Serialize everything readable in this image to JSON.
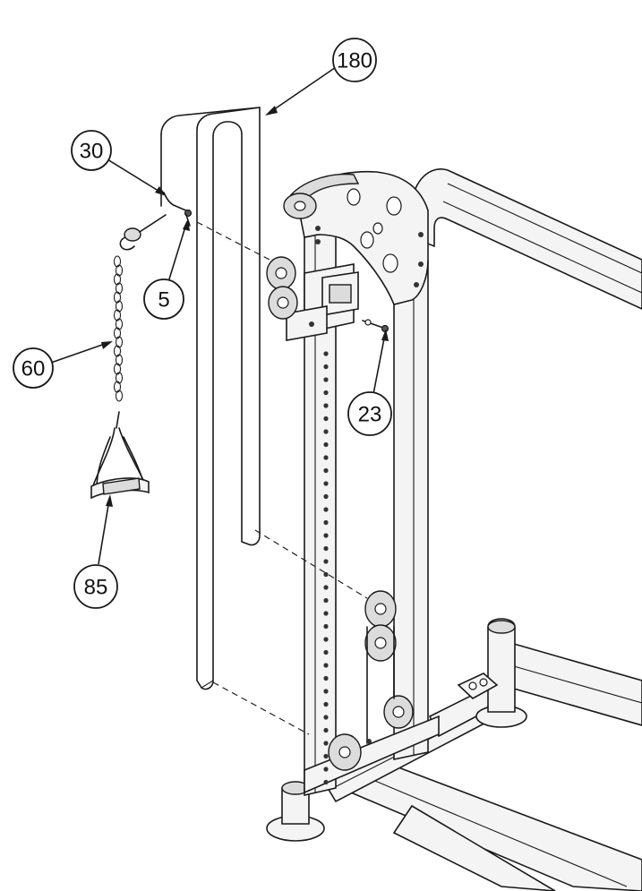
{
  "callouts": [
    {
      "id": "180",
      "label": "180"
    },
    {
      "id": "30",
      "label": "30"
    },
    {
      "id": "5",
      "label": "5"
    },
    {
      "id": "60",
      "label": "60"
    },
    {
      "id": "85",
      "label": "85"
    },
    {
      "id": "23",
      "label": "23"
    }
  ]
}
